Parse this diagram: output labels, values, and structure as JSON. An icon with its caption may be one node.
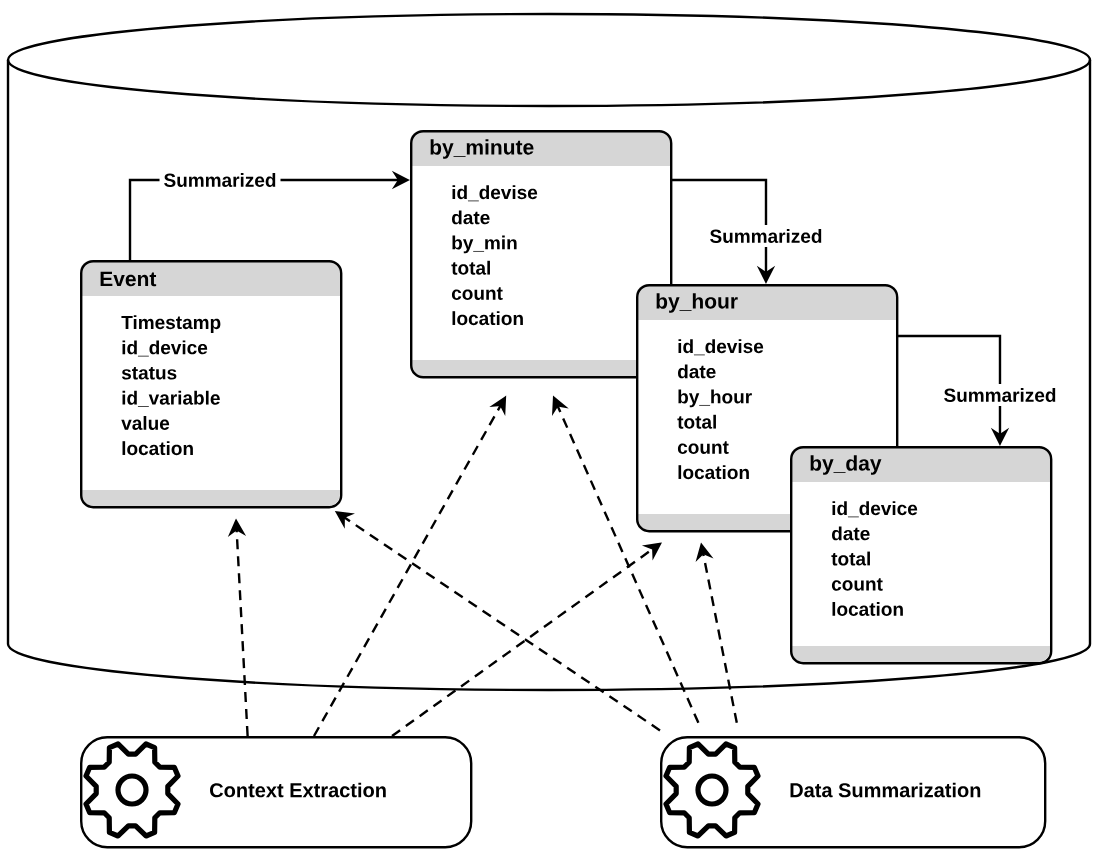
{
  "diagram": {
    "nodes": [
      {
        "text": [],
        "shape": "cylinder"
      },
      {
        "text": [
          "Event",
          "Timestamp id_device status id_variable value location"
        ],
        "in": 0
      },
      {
        "text": [
          "by_minute",
          "id_devise date by_min total count location"
        ],
        "in": 0
      },
      {
        "text": [
          "by_hour",
          "id_devise date by_hour total count location"
        ],
        "in": 0
      },
      {
        "text": [
          "by_day",
          "id_device date total count location"
        ],
        "in": 0
      },
      {
        "text": [
          "Context Extraction"
        ]
      },
      {
        "text": [
          "Data Summarization"
        ]
      }
    ],
    "edges": [
      {
        "from": 1,
        "to": 2,
        "arrow": "to",
        "label": "Summarized"
      },
      {
        "from": 2,
        "to": 3,
        "arrow": "to",
        "label": "Summarized"
      },
      {
        "from": 3,
        "to": 4,
        "arrow": "to",
        "label": "Summarized"
      },
      {
        "from": 5,
        "to": 1,
        "arrow": "to",
        "style": "dashed"
      },
      {
        "from": 5,
        "to": 2,
        "arrow": "to",
        "style": "dashed"
      },
      {
        "from": 5,
        "to": 3,
        "arrow": "to",
        "style": "dashed"
      },
      {
        "from": 6,
        "to": 1,
        "arrow": "to",
        "style": "dashed"
      },
      {
        "from": 6,
        "to": 2,
        "arrow": "to",
        "style": "dashed"
      },
      {
        "from": 6,
        "to": 3,
        "arrow": "to",
        "style": "dashed"
      }
    ]
  }
}
